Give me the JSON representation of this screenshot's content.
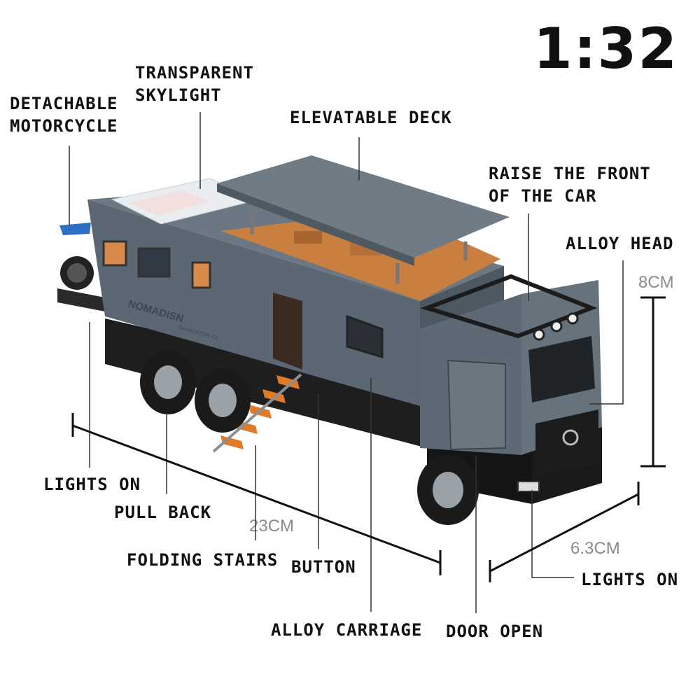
{
  "scale": "1:32",
  "labels": {
    "transparent_skylight": "TRANSPARENT\nSKYLIGHT",
    "detachable_motorcycle": "DETACHABLE\nMOTORCYCLE",
    "elevatable_deck": "ELEVATABLE DECK",
    "raise_front": "RAISE THE FRONT\nOF THE CAR",
    "alloy_head": "ALLOY HEAD",
    "lights_on_left": "LIGHTS ON",
    "pull_back": "PULL BACK",
    "folding_stairs": "FOLDING STAIRS",
    "button": "BUTTON",
    "alloy_carriage": "ALLOY CARRIAGE",
    "door_open": "DOOR OPEN",
    "lights_on_right": "LIGHTS ON"
  },
  "dimensions": {
    "height": "8CM",
    "length": "23CM",
    "width": "6.3CM"
  },
  "vehicle_text": {
    "brand": "NOMADISN",
    "model": "NAVIGATOR-FII"
  },
  "colors": {
    "body": "#5b6873",
    "body_dark": "#47525b",
    "interior": "#c97f3f",
    "stairs": "#e07a26",
    "chassis": "#1b1b1b"
  }
}
